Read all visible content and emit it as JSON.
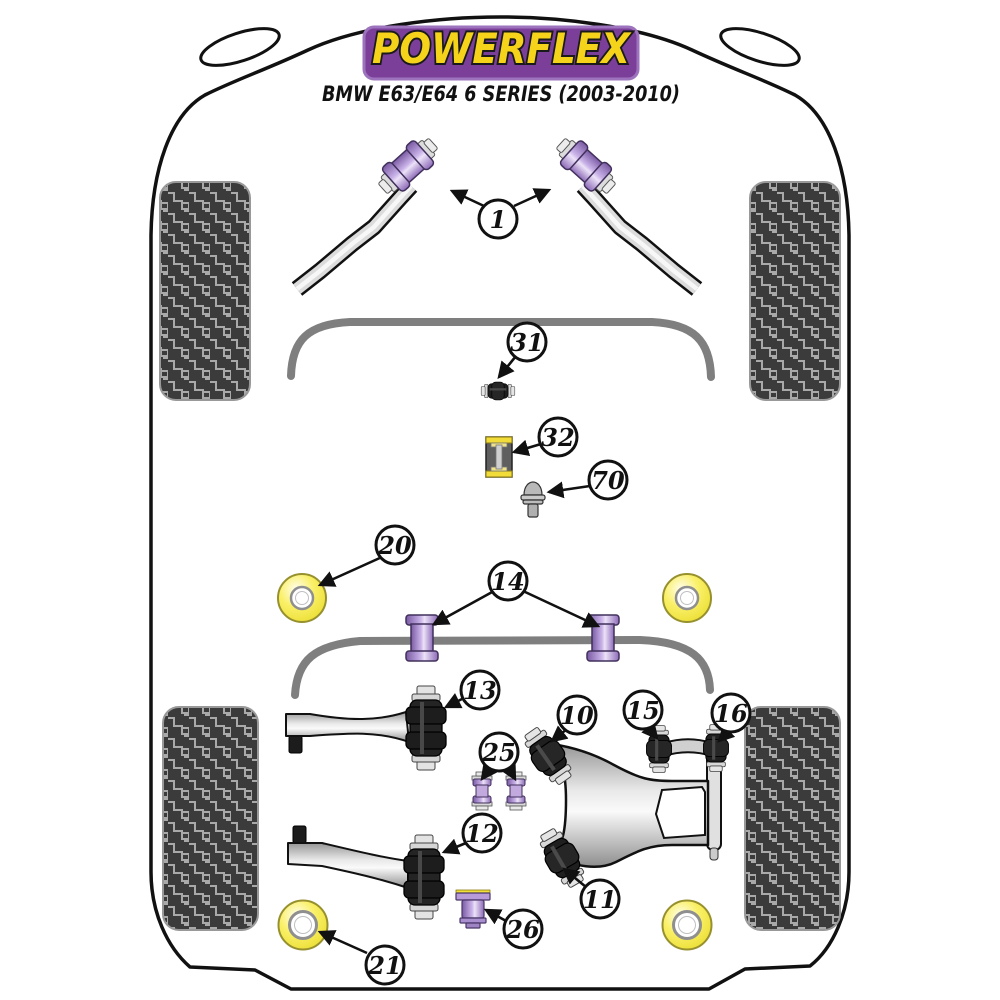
{
  "header": {
    "brand": "POWERFLEX",
    "subtitle": "BMW E63/E64 6 SERIES (2003-2010)"
  },
  "callouts": [
    {
      "label": "1",
      "points_to": "front-control-arm-bush"
    },
    {
      "label": "31",
      "points_to": "front-anti-roll-bar-bush"
    },
    {
      "label": "32",
      "points_to": "yellow-capped-insert-bush"
    },
    {
      "label": "70",
      "points_to": "small-cone-bush"
    },
    {
      "label": "20",
      "points_to": "yellow-round-bush-upper"
    },
    {
      "label": "14",
      "points_to": "rear-anti-roll-bar-bushes"
    },
    {
      "label": "13",
      "points_to": "rear-upper-arm-bush"
    },
    {
      "label": "10",
      "points_to": "rear-subframe-front-bush"
    },
    {
      "label": "15",
      "points_to": "link-bush-inner"
    },
    {
      "label": "16",
      "points_to": "link-bush-outer"
    },
    {
      "label": "25",
      "points_to": "small-purple-spool-bushes"
    },
    {
      "label": "12",
      "points_to": "rear-lower-arm-bush"
    },
    {
      "label": "11",
      "points_to": "rear-subframe-rear-bush"
    },
    {
      "label": "26",
      "points_to": "purple-top-hat-bush"
    },
    {
      "label": "21",
      "points_to": "yellow-round-bush-lower"
    }
  ],
  "colors": {
    "logo_background": "#7b3f99",
    "logo_text": "#f6d31b",
    "bush_purple": "#b89ede",
    "bush_yellow": "#f6ea58",
    "bar_gray": "#7f7f7f",
    "part_black": "#222222",
    "outline_black": "#111111"
  }
}
